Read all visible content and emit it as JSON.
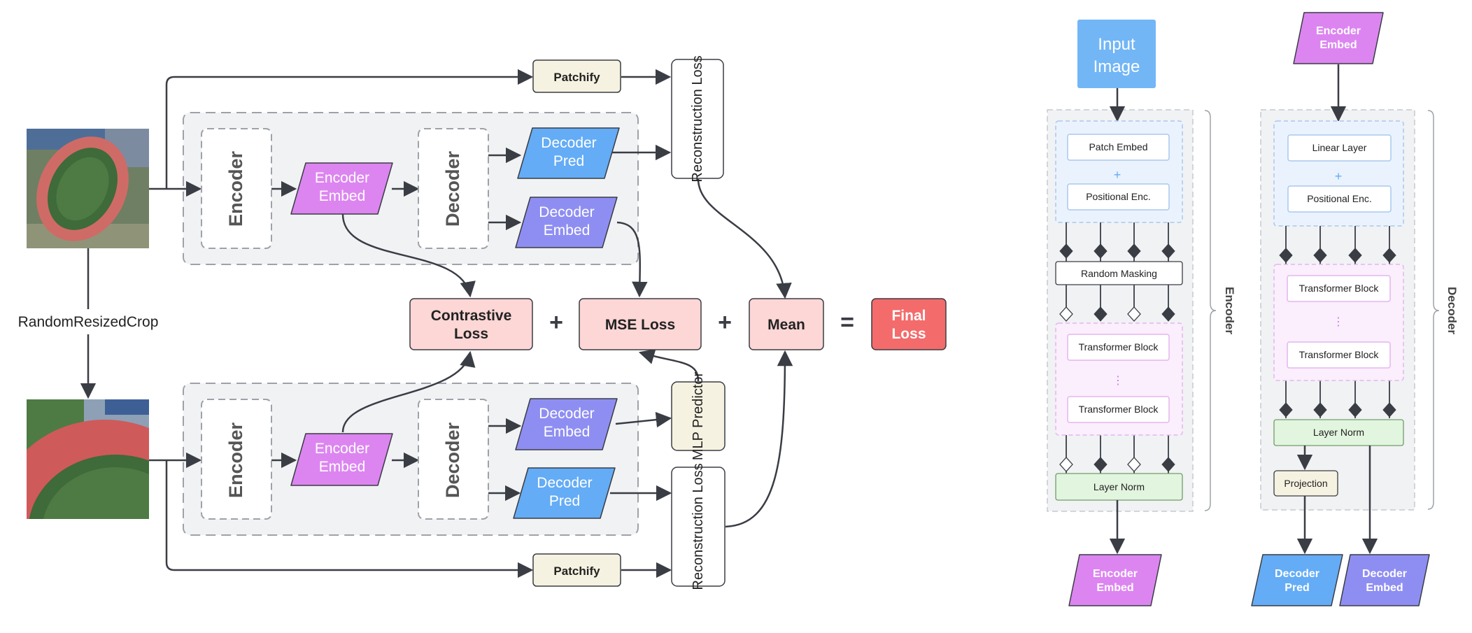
{
  "main": {
    "patchify_top": "Patchify",
    "patchify_bottom": "Patchify",
    "recon_loss_top": "Reconstruction Loss",
    "recon_loss_bottom": "Reconstruction Loss",
    "encoder_top": "Encoder",
    "encoder_bottom": "Encoder",
    "decoder_top": "Decoder",
    "decoder_bottom": "Decoder",
    "encoder_embed_top": [
      "Encoder",
      "Embed"
    ],
    "encoder_embed_bottom": [
      "Encoder",
      "Embed"
    ],
    "decoder_pred_top": [
      "Decoder",
      "Pred"
    ],
    "decoder_embed_top": [
      "Decoder",
      "Embed"
    ],
    "decoder_embed_bottom": [
      "Decoder",
      "Embed"
    ],
    "decoder_pred_bottom": [
      "Decoder",
      "Pred"
    ],
    "mlp_predictor": "MLP Predictor",
    "random_resized_crop": "RandomResizedCrop",
    "contrastive_loss": [
      "Contrastive",
      "Loss"
    ],
    "mse_loss": "MSE Loss",
    "mean": "Mean",
    "final_loss": [
      "Final",
      "Loss"
    ],
    "plus": "+",
    "equals": "="
  },
  "encoder_detail": {
    "input_image": [
      "Input",
      "Image"
    ],
    "patch_embed": "Patch Embed",
    "plus": "+",
    "positional_enc": "Positional Enc.",
    "random_masking": "Random Masking",
    "transformer_block_1": "Transformer Block",
    "vdots": "⋮",
    "transformer_block_2": "Transformer Block",
    "layer_norm": "Layer Norm",
    "output": [
      "Encoder",
      "Embed"
    ],
    "side_label": "Encoder"
  },
  "decoder_detail": {
    "input": [
      "Encoder",
      "Embed"
    ],
    "linear_layer": "Linear Layer",
    "plus": "+",
    "positional_enc": "Positional Enc.",
    "transformer_block_1": "Transformer Block",
    "vdots": "⋮",
    "transformer_block_2": "Transformer Block",
    "layer_norm": "Layer Norm",
    "projection": "Projection",
    "output_pred": [
      "Decoder",
      "Pred"
    ],
    "output_embed": [
      "Decoder",
      "Embed"
    ],
    "side_label": "Decoder"
  },
  "colors": {
    "encoder_embed": "#dc85f0",
    "decoder_pred": "#64acf5",
    "decoder_embed": "#8e8ef2",
    "loss_fill": "#fdd6d6",
    "final_loss": "#f46b6b",
    "patchify": "#f6f2e1",
    "input_image": "#72b6f6",
    "group_bg": "#f1f2f4",
    "pos_group": "#eaf3fd",
    "tf_group": "#fbeefd",
    "layer_norm": "#e2f5df",
    "arrow": "#3a3d44"
  }
}
